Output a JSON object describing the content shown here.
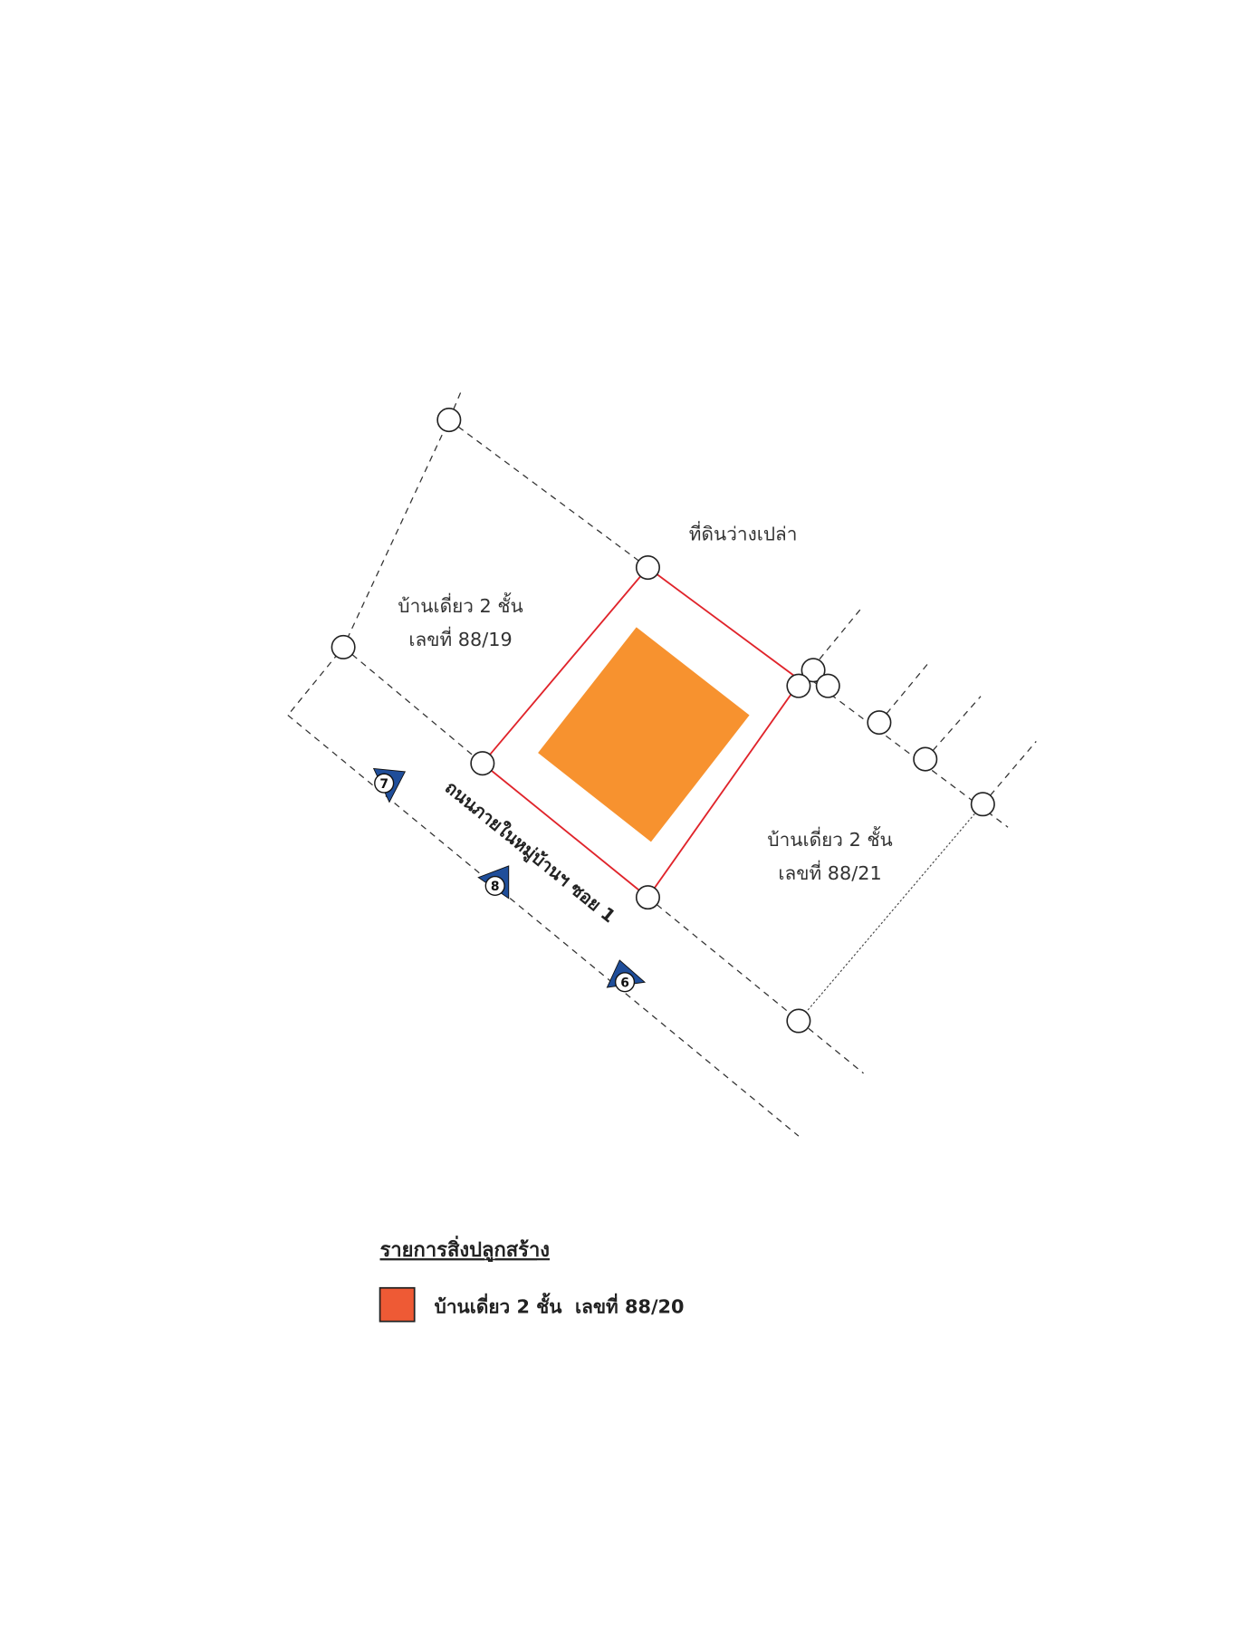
{
  "map": {
    "labels": {
      "vacant_land": "ที่ดินว่างเปล่า",
      "house_left_line1": "บ้านเดี่ยว 2 ชั้น",
      "house_left_line2": "เลขที่ 88/19",
      "house_right_line1": "บ้านเดี่ยว 2 ชั้น",
      "house_right_line2": "เลขที่ 88/21",
      "road": "ถนนภายในหมู่บ้านฯ ซอย 1"
    },
    "markers": [
      "7",
      "8",
      "6"
    ],
    "colors": {
      "parcel_boundary": "#E0242B",
      "building": "#F7922F",
      "marker": "#1F4E9A",
      "legend_swatch": "#EE5A35"
    }
  },
  "legend": {
    "title": "รายการสิ่งปลูกสร้าง",
    "items": [
      {
        "label": "บ้านเดี่ยว 2 ชั้น  เลขที่ 88/20"
      }
    ]
  }
}
